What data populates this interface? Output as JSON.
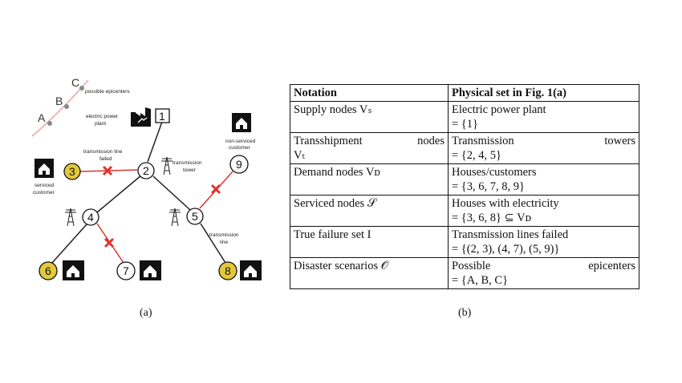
{
  "figure_a": {
    "epicenter_labels": [
      "A",
      "B",
      "C"
    ],
    "epicenter_caption": "possible epicenters",
    "power_plant_label_1": "electric power",
    "power_plant_label_2": "plant",
    "failed_label_1": "transmission line",
    "failed_label_2": "failed",
    "tower_label_1": "transmission",
    "tower_label_2": "tower",
    "nonserviced_label_1": "non-serviced",
    "nonserviced_label_2": "customer",
    "serviced_label_1": "serviced",
    "serviced_label_2": "customer",
    "line_label_1": "transmission",
    "line_label_2": "line",
    "nodes": [
      "1",
      "2",
      "3",
      "4",
      "5",
      "6",
      "7",
      "8",
      "9"
    ],
    "caption": "(a)",
    "colors": {
      "serviced": "#e3c93a",
      "failed": "#e0342f",
      "line": "#222222"
    }
  },
  "table_b": {
    "header": [
      "Notation",
      "Physical set in Fig. 1(a)"
    ],
    "rows": [
      {
        "notation": "Supply nodes Vₛ",
        "set_line1": "Electric power plant",
        "set_line1b": "",
        "set_line2": "= {1}"
      },
      {
        "notation": "Transshipment nodes",
        "notation2": "Vₜ",
        "set_line1": "Transmission",
        "set_line1b": "towers",
        "set_line2": "= {2, 4, 5}"
      },
      {
        "notation": "Demand nodes Vᴅ",
        "set_line1": "Houses/customers",
        "set_line1b": "",
        "set_line2": "= {3, 6, 7, 8, 9}"
      },
      {
        "notation": "Serviced nodes 𝒮",
        "set_line1": "Houses with electricity",
        "set_line1b": "",
        "set_line2": "= {3, 6, 8} ⊆ Vᴅ"
      },
      {
        "notation": "True failure set I",
        "set_line1": "Transmission lines failed",
        "set_line1b": "",
        "set_line2": "= {(2, 3), (4, 7), (5, 9)}"
      },
      {
        "notation": "Disaster scenarios 𝒪",
        "set_line1": "Possible",
        "set_line1b": "epicenters",
        "set_line2": "= {A, B, C}"
      }
    ],
    "caption": "(b)"
  }
}
